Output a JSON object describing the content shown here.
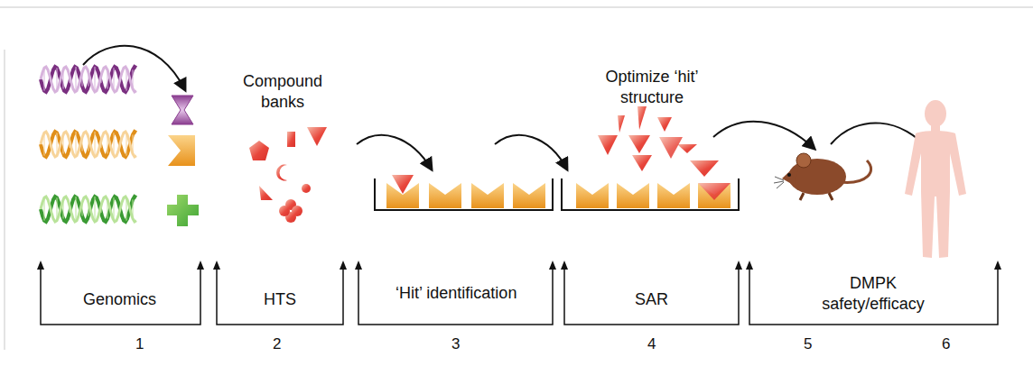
{
  "diagram": {
    "labels": [
      "Compound banks",
      "Optimize ‘hit’ structure",
      "Genomics",
      "HTS",
      "‘Hit’ identification",
      "SAR",
      "DMPK safety/efficacy",
      "1",
      "2",
      "3",
      "4",
      "5",
      "6"
    ]
  }
}
